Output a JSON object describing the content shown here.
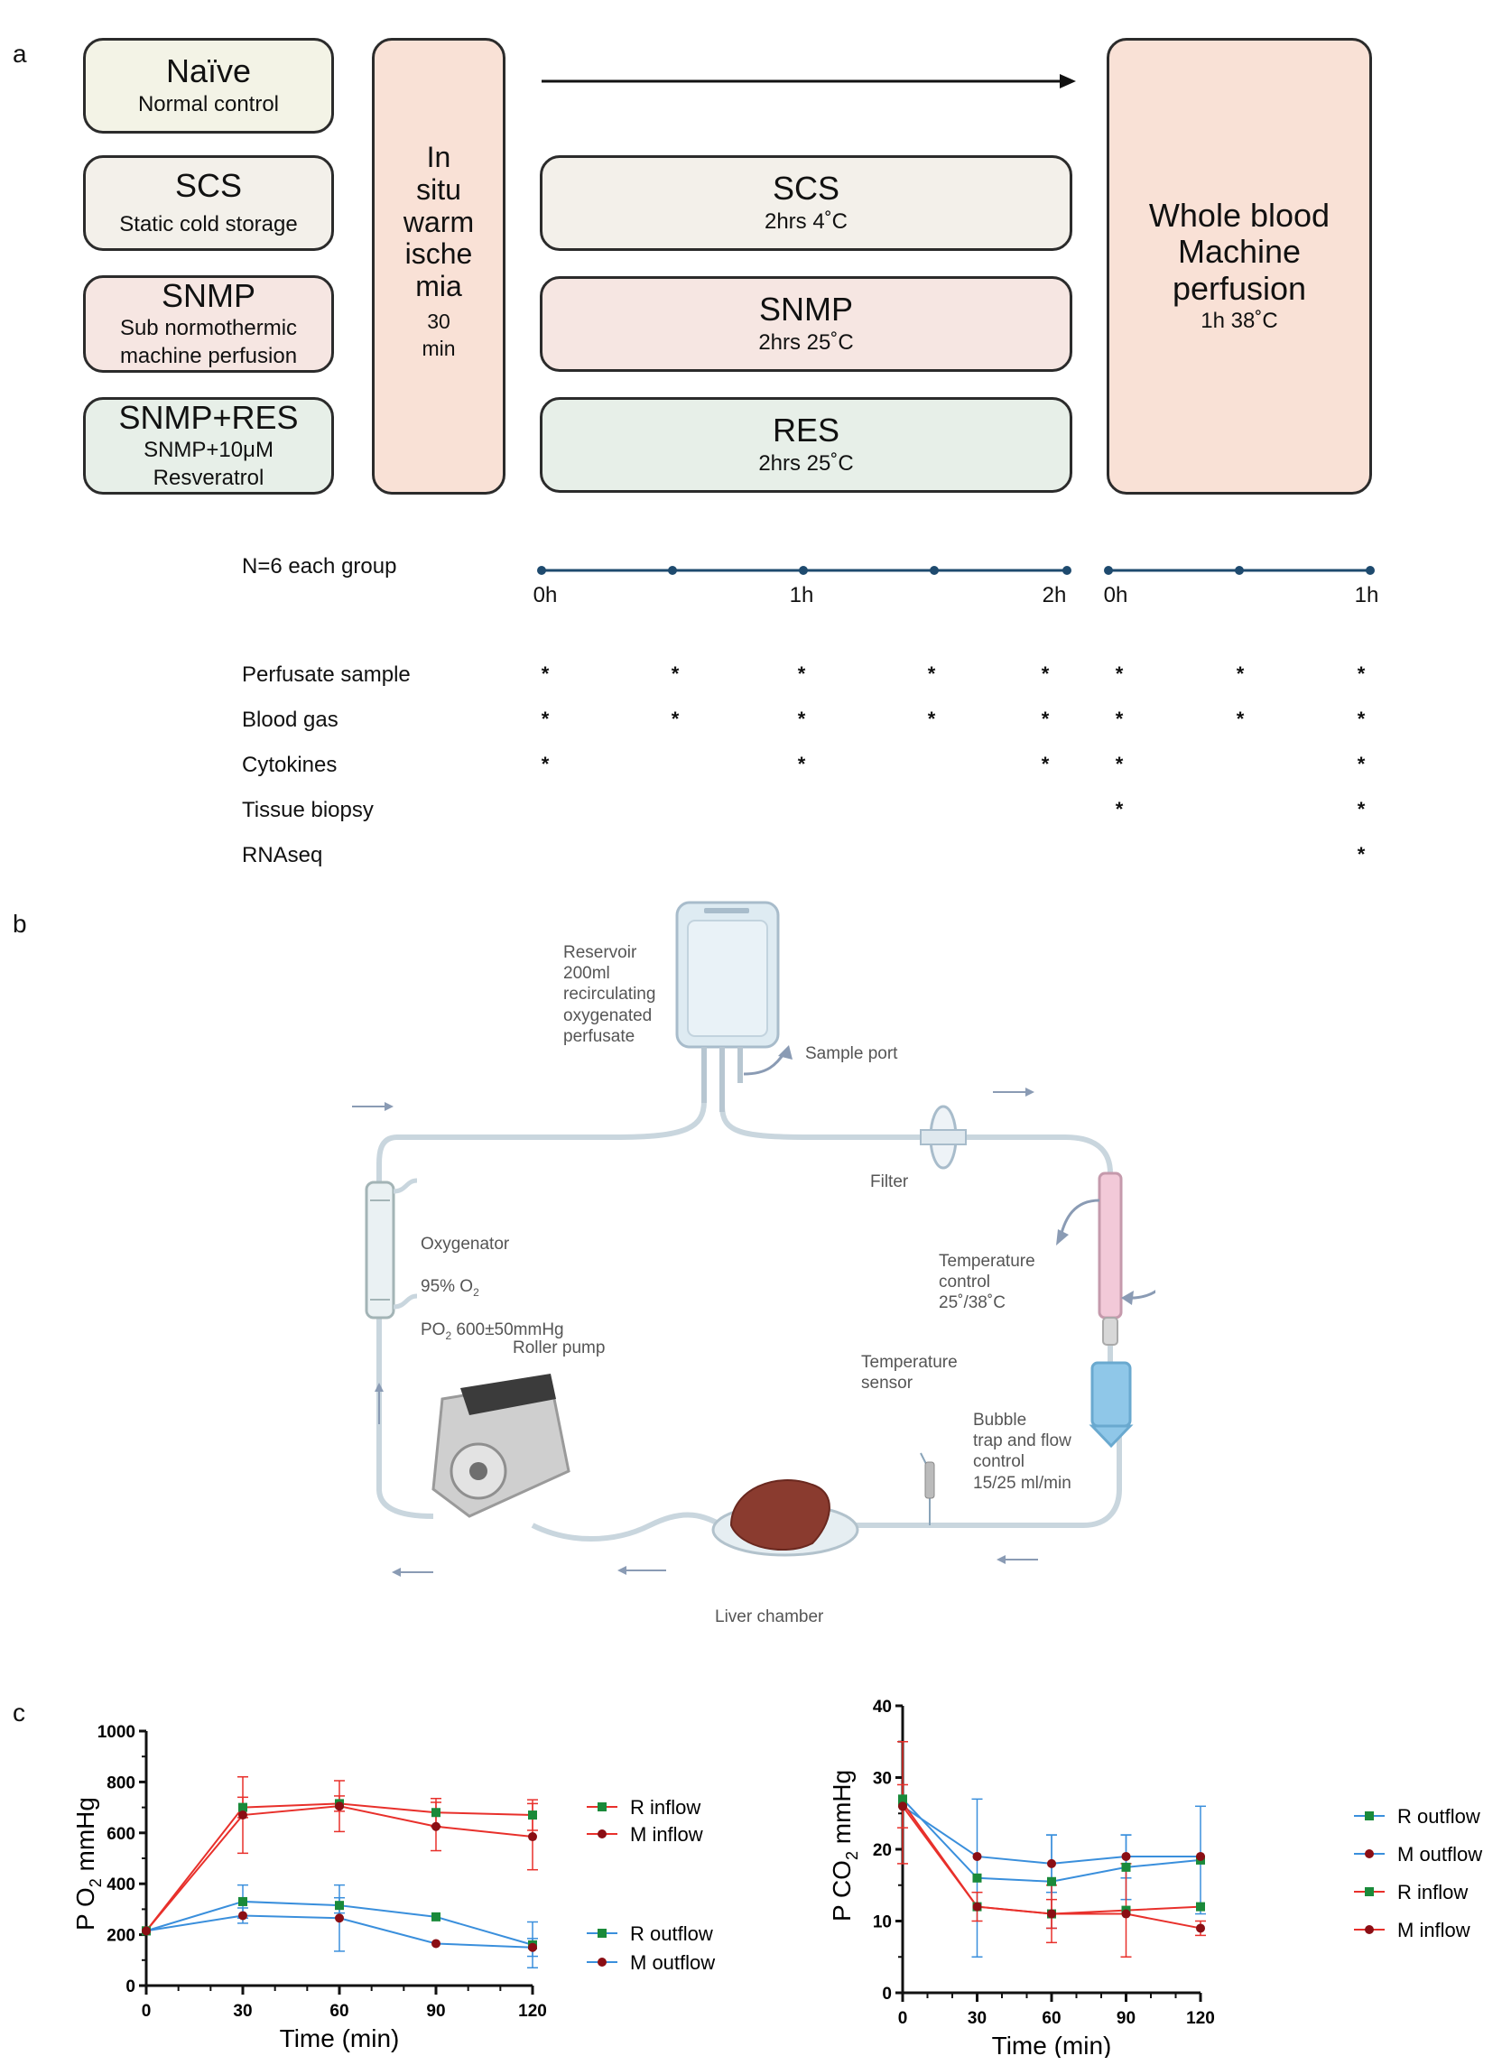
{
  "panel_labels": {
    "a": "a",
    "b": "b",
    "c": "c"
  },
  "groups": [
    {
      "title": "Naïve",
      "subtitle": "Normal control"
    },
    {
      "title": "SCS",
      "subtitle": "Static cold storage"
    },
    {
      "title": "SNMP",
      "subtitle": "Sub normothermic machine perfusion"
    },
    {
      "title": "SNMP+RES",
      "subtitle": "SNMP+10μM Resveratrol"
    }
  ],
  "warm_ischemia": {
    "lines": [
      "In",
      "situ",
      "warm",
      "ische",
      "mia"
    ],
    "time": [
      "30",
      "min"
    ]
  },
  "preservation": [
    {
      "title": "SCS",
      "detail": "2hrs 4˚C"
    },
    {
      "title": "SNMP",
      "detail": "2hrs 25˚C"
    },
    {
      "title": "RES",
      "detail": "2hrs 25˚C"
    }
  ],
  "whole_blood": {
    "lines": [
      "Whole blood",
      "Machine",
      "perfusion"
    ],
    "detail": "1h 38˚C"
  },
  "n_label": "N=6 each group",
  "timeline_ticks": [
    "0h",
    "1h",
    "2h",
    "0h",
    "1h"
  ],
  "sampling_rows": [
    {
      "label": "Perfusate sample",
      "marks": [
        1,
        1,
        1,
        1,
        1,
        1,
        1,
        1
      ]
    },
    {
      "label": "Blood gas",
      "marks": [
        1,
        1,
        1,
        1,
        1,
        1,
        1,
        1
      ]
    },
    {
      "label": "Cytokines",
      "marks": [
        1,
        0,
        1,
        0,
        1,
        1,
        0,
        1
      ]
    },
    {
      "label": "Tissue biopsy",
      "marks": [
        0,
        0,
        0,
        0,
        0,
        1,
        0,
        1
      ]
    },
    {
      "label": "RNAseq",
      "marks": [
        0,
        0,
        0,
        0,
        0,
        0,
        0,
        1
      ]
    }
  ],
  "star_symbol": "*",
  "circuit_labels": {
    "reservoir": "Reservoir\n200ml\nrecirculating\noxygenated\nperfusate",
    "sample_port": "Sample port",
    "filter": "Filter",
    "oxygenator_1": "Oxygenator",
    "oxygenator_2a": "95% O",
    "oxygenator_2b": "2",
    "oxygenator_3a": "PO",
    "oxygenator_3b": "2",
    "oxygenator_3c": " 600±50mmHg",
    "temp_control": "Temperature\ncontrol\n25˚/38˚C",
    "roller_pump": "Roller pump",
    "temp_sensor": "Temperature\nsensor",
    "bubble_trap": "Bubble\ntrap and flow\ncontrol\n15/25 ml/min",
    "liver_chamber": "Liver chamber"
  },
  "colors": {
    "red": "#e8302b",
    "blue": "#3a8fdc",
    "green_marker": "#1a8a3a",
    "darkred_marker": "#8b0e14",
    "timeline": "#1e4a6e"
  },
  "chart_data": [
    {
      "type": "line",
      "title": "",
      "xlabel": "Time (min)",
      "ylabel_main": "P O",
      "ylabel_sub": "2",
      "ylabel_unit": "mmHg",
      "x": [
        0,
        30,
        60,
        90,
        120
      ],
      "xlim": [
        0,
        120
      ],
      "ylim": [
        0,
        1000
      ],
      "yticks": [
        0,
        200,
        400,
        600,
        800,
        1000
      ],
      "xticks": [
        0,
        30,
        60,
        90,
        120
      ],
      "series": [
        {
          "name": "R inflow",
          "color": "#e8302b",
          "marker": "square",
          "values": [
            215,
            700,
            715,
            680,
            670
          ],
          "err": [
            0,
            40,
            30,
            55,
            60
          ]
        },
        {
          "name": "M inflow",
          "color": "#e8302b",
          "marker": "circle",
          "values": [
            215,
            670,
            705,
            625,
            585
          ],
          "err": [
            0,
            150,
            100,
            95,
            130
          ]
        },
        {
          "name": "R outflow",
          "color": "#3a8fdc",
          "marker": "square",
          "values": [
            215,
            330,
            315,
            270,
            160
          ],
          "err": [
            0,
            65,
            30,
            0,
            90
          ]
        },
        {
          "name": "M outflow",
          "color": "#3a8fdc",
          "marker": "circle",
          "values": [
            215,
            275,
            265,
            165,
            150
          ],
          "err": [
            0,
            30,
            130,
            0,
            35
          ]
        }
      ]
    },
    {
      "type": "line",
      "title": "",
      "xlabel": "Time (min)",
      "ylabel_main": "P CO",
      "ylabel_sub": "2",
      "ylabel_unit": "mmHg",
      "x": [
        0,
        30,
        60,
        90,
        120
      ],
      "xlim": [
        0,
        120
      ],
      "ylim": [
        0,
        40
      ],
      "yticks": [
        0,
        10,
        20,
        30,
        40
      ],
      "xticks": [
        0,
        30,
        60,
        90,
        120
      ],
      "series": [
        {
          "name": "R outflow",
          "color": "#3a8fdc",
          "marker": "square",
          "values": [
            27,
            16,
            15.5,
            17.5,
            18.5
          ],
          "err": [
            0,
            11,
            6.5,
            4.5,
            7.5
          ]
        },
        {
          "name": "M outflow",
          "color": "#3a8fdc",
          "marker": "circle",
          "values": [
            26,
            19,
            18,
            19,
            19
          ],
          "err": [
            0,
            0,
            4,
            3,
            0
          ]
        },
        {
          "name": "R inflow",
          "color": "#e8302b",
          "marker": "square",
          "values": [
            26.5,
            12,
            11,
            11.5,
            12
          ],
          "err": [
            8.5,
            0,
            4,
            6.5,
            0
          ]
        },
        {
          "name": "M inflow",
          "color": "#e8302b",
          "marker": "circle",
          "values": [
            26,
            12,
            11,
            11,
            9
          ],
          "err": [
            3,
            2,
            2,
            0,
            1
          ]
        }
      ]
    }
  ]
}
